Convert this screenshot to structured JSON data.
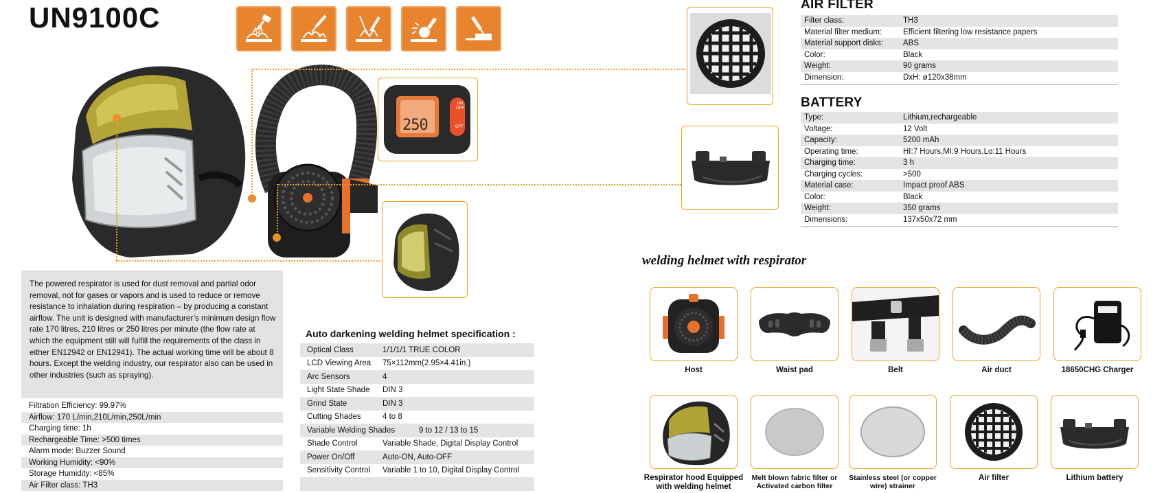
{
  "title": "UN9100C",
  "process_icons": [
    "arc-welding-icon",
    "mig-welding-icon",
    "tig-welding-icon",
    "grinding-icon",
    "cutting-icon"
  ],
  "lcd_display": {
    "value": "250",
    "button_top": "ON OFF",
    "button_bottom": "OFF"
  },
  "description": "The powered respirator is used for dust removal and partial odor removal, not for gases or vapors and is used to reduce or remove resistance to inhalation during respiration – by producing a constant airflow. The unit is designed with manufacturer’s minimum design flow rate 170 litres, 210 litres or 250 litres per minute (the flow rate at which the equipment still will fulfill the requirements of the class in either EN12942 or EN12941). The actual working time will be about 8 hours. Except the welding industry, our respirator also can be used in other industries (such as spraying).",
  "left_specs": [
    "Filtration Efficiency: 99.97%",
    "Airflow: 170 L/min,210L/min,250L/min",
    "Charging time: 1h",
    "Rechargeable Time: >500 times",
    "Alarm mode: Buzzer Sound",
    "Working Humidity: <90%",
    "Storage Humidity: <85%",
    "Air Filter class: TH3"
  ],
  "helmet_spec": {
    "title": "Auto darkening welding helmet specification :",
    "rows": [
      {
        "k": "Optical Class",
        "v": "1/1/1/1 TRUE COLOR"
      },
      {
        "k": "LCD Viewing Area",
        "v": "75×112mm(2.95×4.41in.)"
      },
      {
        "k": "Arc Sensors",
        "v": "4"
      },
      {
        "k": "Light State Shade",
        "v": "DIN 3"
      },
      {
        "k": "Grind State",
        "v": "DIN 3"
      },
      {
        "k": "Cutting Shades",
        "v": "4 to 8"
      },
      {
        "k": "Variable Welding Shades",
        "v": "9 to 12 / 13 to 15"
      },
      {
        "k": "Shade Control",
        "v": "Variable Shade, Digital Display Control"
      },
      {
        "k": "Power On/Off",
        "v": "Auto-ON, Auto-OFF"
      },
      {
        "k": "Sensitivity Control",
        "v": "Variable 1 to 10, Digital Display Control"
      },
      {
        "k": "",
        "v": ""
      }
    ]
  },
  "air_filter": {
    "title": "AIR FILTER",
    "rows": [
      {
        "k": "Filter class:",
        "v": "TH3"
      },
      {
        "k": "Material filter medium:",
        "v": "Efficient filtering low resistance papers"
      },
      {
        "k": "Material support disks:",
        "v": "ABS"
      },
      {
        "k": "Color:",
        "v": "Black"
      },
      {
        "k": "Weight:",
        "v": "90 grams"
      },
      {
        "k": "Dimension:",
        "v": "DxH: ø120x38mm"
      }
    ]
  },
  "battery": {
    "title": "BATTERY",
    "rows": [
      {
        "k": "Type:",
        "v": "Lithium,rechargeable"
      },
      {
        "k": "Voltage:",
        "v": "12 Volt"
      },
      {
        "k": "Capacity:",
        "v": "5200 mAh"
      },
      {
        "k": "Operating time:",
        "v": "HI:7 Hours,MI:9 Hours,Lo:11 Hours"
      },
      {
        "k": "Charging time:",
        "v": "3 h"
      },
      {
        "k": "Charging cycles:",
        "v": ">500"
      },
      {
        "k": "Material case:",
        "v": "Impact proof ABS"
      },
      {
        "k": "Color:",
        "v": "Black"
      },
      {
        "k": "Weight:",
        "v": "350 grams"
      },
      {
        "k": "Dimensions:",
        "v": "137x50x72 mm"
      }
    ]
  },
  "kit": {
    "title": "welding helmet with respirator",
    "items": [
      "Host",
      "Waist pad",
      "Belt",
      "Air duct",
      "18650CHG  Charger",
      "Respirator hood Equipped with welding helmet",
      "Melt blown fabric filter or Activated carbon filter",
      "Stainless steel (or copper wire) strainer",
      "Air filter",
      "Lithium battery"
    ]
  },
  "colors": {
    "accent": "#e8832e",
    "border": "#e8a21a",
    "stripe": "#e4e4e4"
  }
}
